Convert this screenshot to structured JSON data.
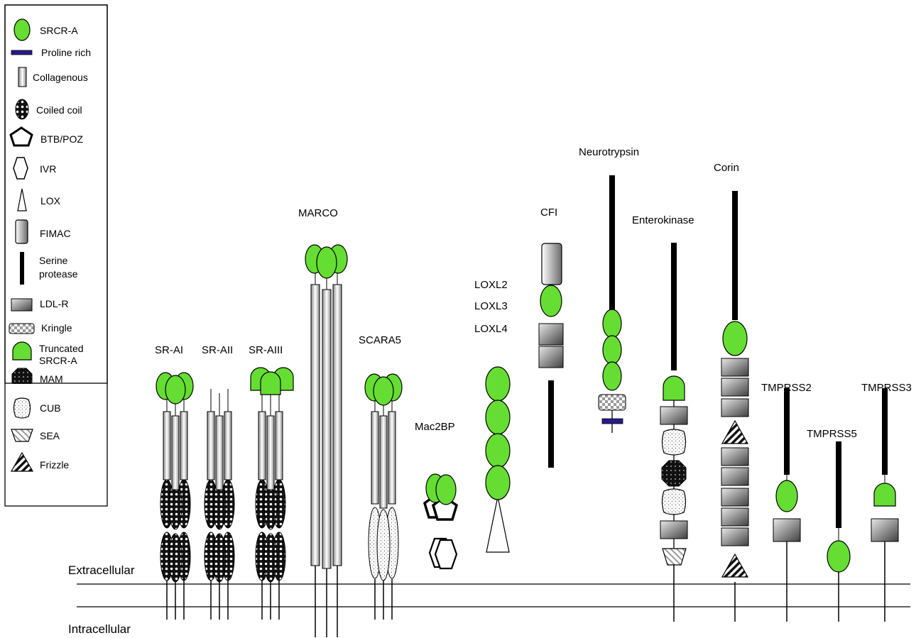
{
  "legend": {
    "srcr": "SRCR-A",
    "proline": "Proline rich",
    "collagenous": "Collagenous",
    "coiled": "Coiled coil",
    "btb": "BTB/POZ",
    "ivr": "IVR",
    "lox": "LOX",
    "fimac": "FIMAC",
    "serine_1": "Serine",
    "serine_2": "protease",
    "ldlr": "LDL-R",
    "kringle": "Kringle",
    "trunc_1": "Truncated",
    "trunc_2": "SRCR-A",
    "mam": "MAM",
    "cub": "CUB",
    "sea": "SEA",
    "frizzle": "Frizzle"
  },
  "membrane": {
    "extracellular": "Extracellular",
    "intracellular": "Intracellular"
  },
  "proteins": {
    "sr_ai": "SR-AI",
    "sr_aii": "SR-AII",
    "sr_aiii": "SR-AIII",
    "marco": "MARCO",
    "scara5": "SCARA5",
    "mac2bp": "Mac2BP",
    "loxl2": "LOXL2",
    "loxl3": "LOXL3",
    "loxl4": "LOXL4",
    "cfi": "CFI",
    "neurotrypsin": "Neurotrypsin",
    "enterokinase": "Enterokinase",
    "corin": "Corin",
    "tmprss2": "TMPRSS2",
    "tmprss5": "TMPRSS5",
    "tmprss3": "TMPRSS3"
  },
  "colors": {
    "srcr_green": "#66dd33",
    "proline_blue": "#2a1a8c",
    "outline": "#000000",
    "background": "#ffffff"
  }
}
